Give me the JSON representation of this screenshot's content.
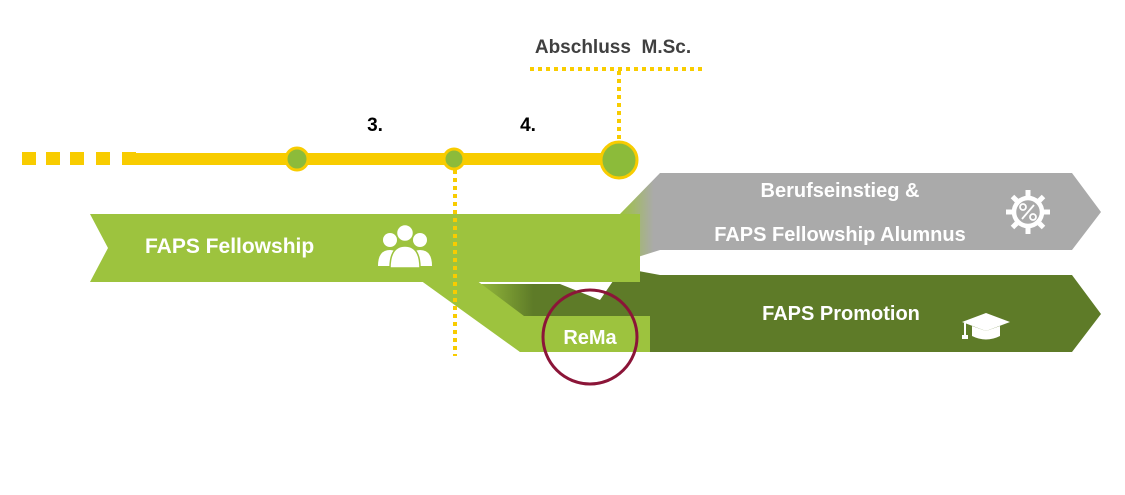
{
  "diagram": {
    "milestone_label": "Abschluss  M.Sc.",
    "semester_3": "3.",
    "semester_4": "4.",
    "fellowship_label": "FAPS Fellowship",
    "career_label_line1": "Berufseinstieg &",
    "career_label_line2": "FAPS Fellowship Alumnus",
    "promotion_label": "FAPS Promotion",
    "rema_label": "ReMa"
  },
  "icons": {
    "fellowship": "people-group-icon",
    "career": "gear-percent-icon",
    "promotion": "graduation-cap-icon"
  },
  "colors": {
    "timeline_yellow": "#f8cc00",
    "milestone_green": "#8cbb3a",
    "fellowship_green": "#9dc33e",
    "career_gray": "#aaaaaa",
    "promotion_dark_green": "#5e7b28",
    "rema_circle": "#8b1538",
    "label_dark": "#404040",
    "label_white": "#ffffff"
  }
}
